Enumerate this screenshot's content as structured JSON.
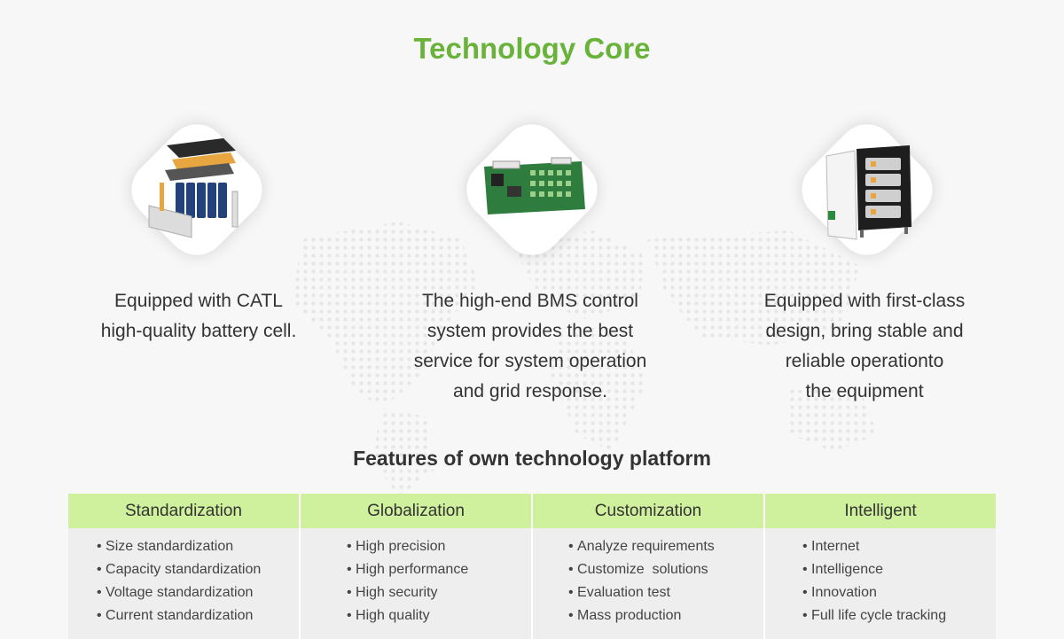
{
  "header": {
    "title": "Technology Core"
  },
  "cards": [
    {
      "icon": "battery-pack-icon",
      "lines": [
        "Equipped with CATL",
        "high-quality battery cell."
      ]
    },
    {
      "icon": "bms-circuit-board-icon",
      "lines": [
        "The high-end BMS control",
        "system provides the best",
        "service for system operation",
        "and grid response."
      ]
    },
    {
      "icon": "battery-cabinet-icon",
      "lines": [
        "Equipped with first-class",
        "design, bring stable and",
        "reliable operationto",
        "the equipment"
      ]
    }
  ],
  "features": {
    "title": "Features of own technology platform",
    "columns": [
      {
        "header": "Standardization",
        "items": [
          "Size standardization",
          "Capacity standardization",
          "Voltage standardization",
          "Current standardization"
        ]
      },
      {
        "header": "Globalization",
        "items": [
          "High precision",
          "High performance",
          "High security",
          "High quality"
        ]
      },
      {
        "header": "Customization",
        "items": [
          "Analyze requirements",
          "Customize  solutions",
          "Evaluation test",
          "Mass production"
        ]
      },
      {
        "header": "Intelligent",
        "items": [
          "Internet",
          "Intelligence",
          "Innovation",
          "Full life cycle tracking"
        ]
      }
    ]
  },
  "colors": {
    "accent": "#69b33a",
    "header_bg": "#cff09c",
    "body_bg": "#eeeeee"
  }
}
